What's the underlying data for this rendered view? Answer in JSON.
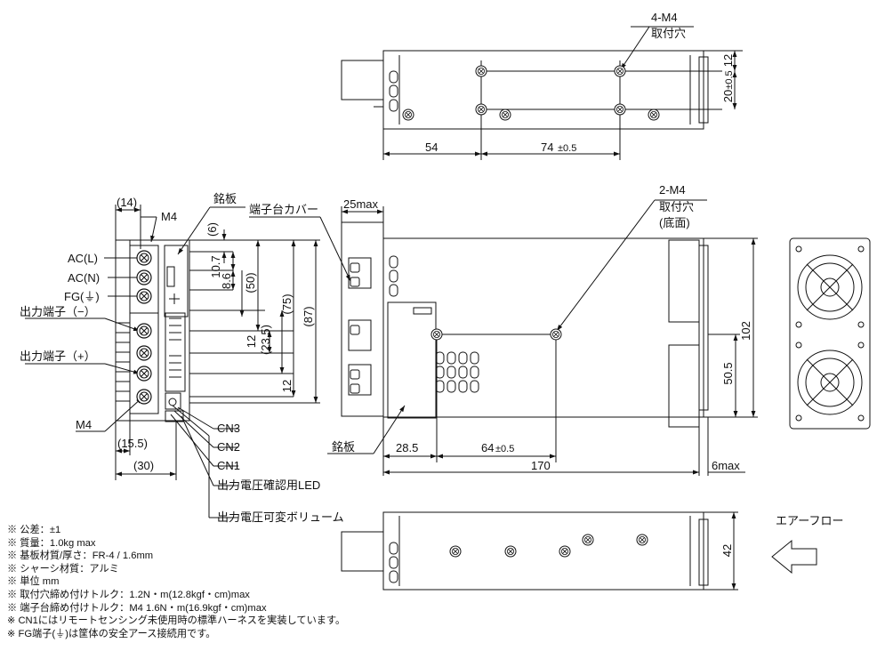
{
  "top_view": {
    "mount_label_line1": "4-M4",
    "mount_label_line2": "取付穴",
    "dim_54": "54",
    "dim_74": "74",
    "dim_74_tol": "±0.5",
    "dim_12": "12",
    "dim_20": "20",
    "dim_20_tol": "±0.5"
  },
  "front_view": {
    "dim_14": "(14)",
    "dim_6": "(6)",
    "m4_top": "M4",
    "nameplate_label": "銘板",
    "ac_l": "AC(L)",
    "ac_n": "AC(N)",
    "fg": "FG(⏚)",
    "out_minus": "出力端子（−）",
    "out_plus": "出力端子（+）",
    "m4_bottom": "M4",
    "dim_10_7": "10.7",
    "dim_8_6": "8.6",
    "dim_50": "(50)",
    "dim_75": "(75)",
    "dim_87": "(87)",
    "dim_12a": "12",
    "dim_23_5": "(23.5)",
    "dim_12b": "12",
    "dim_15_5": "(15.5)",
    "dim_30": "(30)",
    "cn3": "CN3",
    "cn2": "CN2",
    "cn1": "CN1",
    "led_label": "出力電圧確認用LED",
    "vr_label": "出力電圧可変ボリューム"
  },
  "side_view": {
    "dim_25max": "25max",
    "cover_label": "端子台カバー",
    "mount2_line1": "2-M4",
    "mount2_line2": "取付穴",
    "mount2_line3": "(底面)",
    "dim_102": "102",
    "dim_50_5": "50.5",
    "nameplate_label": "銘板",
    "dim_28_5": "28.5",
    "dim_64": "64",
    "dim_64_tol": "±0.5",
    "dim_170": "170",
    "dim_6max": "6max"
  },
  "bottom_view": {
    "dim_42": "42",
    "airflow_label": "エアーフロー"
  },
  "notes": [
    "※ 公差：±1",
    "※ 質量：1.0kg max",
    "※ 基板材質/厚さ：FR-4 / 1.6mm",
    "※ シャーシ材質：アルミ",
    "※ 単位 mm",
    "※ 取付穴締め付けトルク：1.2N・m(12.8kgf・cm)max",
    "※ 端子台締め付けトルク：M4 1.6N・m(16.9kgf・cm)max",
    "※ CN1にはリモートセンシング未使用時の標準ハーネスを実装しています。",
    "※ FG端子(⏚)は筐体の安全アース接続用です。"
  ]
}
